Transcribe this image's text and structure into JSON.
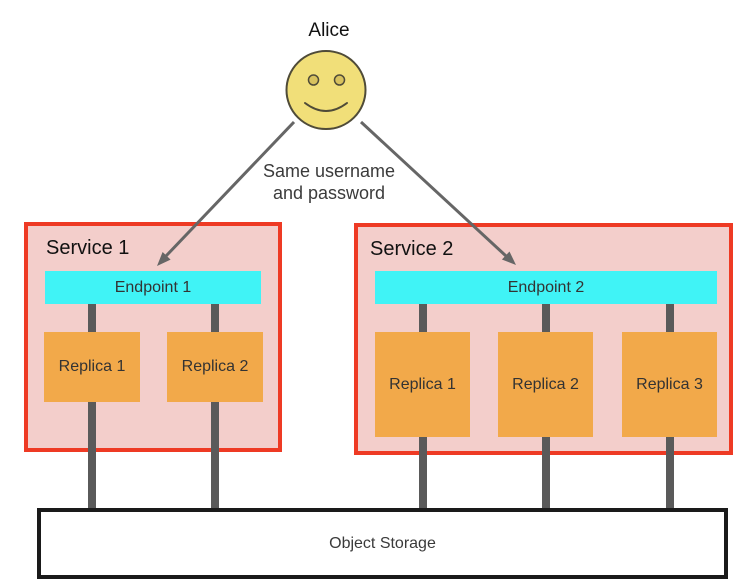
{
  "actor": {
    "name": "Alice"
  },
  "note": {
    "line1": "Same username",
    "line2": "and password"
  },
  "services": [
    {
      "label": "Service 1",
      "endpoint": "Endpoint 1",
      "replicas": [
        "Replica 1",
        "Replica 2"
      ]
    },
    {
      "label": "Service 2",
      "endpoint": "Endpoint 2",
      "replicas": [
        "Replica 1",
        "Replica 2",
        "Replica 3"
      ]
    }
  ],
  "storage": {
    "label": "Object Storage"
  },
  "icons": {
    "actor_avatar": "smiley-face-icon",
    "connection": "arrow-icon"
  },
  "colors": {
    "service_fill": "#f3cecb",
    "service_border": "#ee3a24",
    "endpoint_fill": "#40f3f6",
    "replica_fill": "#f2a94a",
    "actor_fill": "#f1df79",
    "connector_gray": "#5a5a5a",
    "arrow_gray": "#666666",
    "storage_border": "#1a1a1a"
  }
}
